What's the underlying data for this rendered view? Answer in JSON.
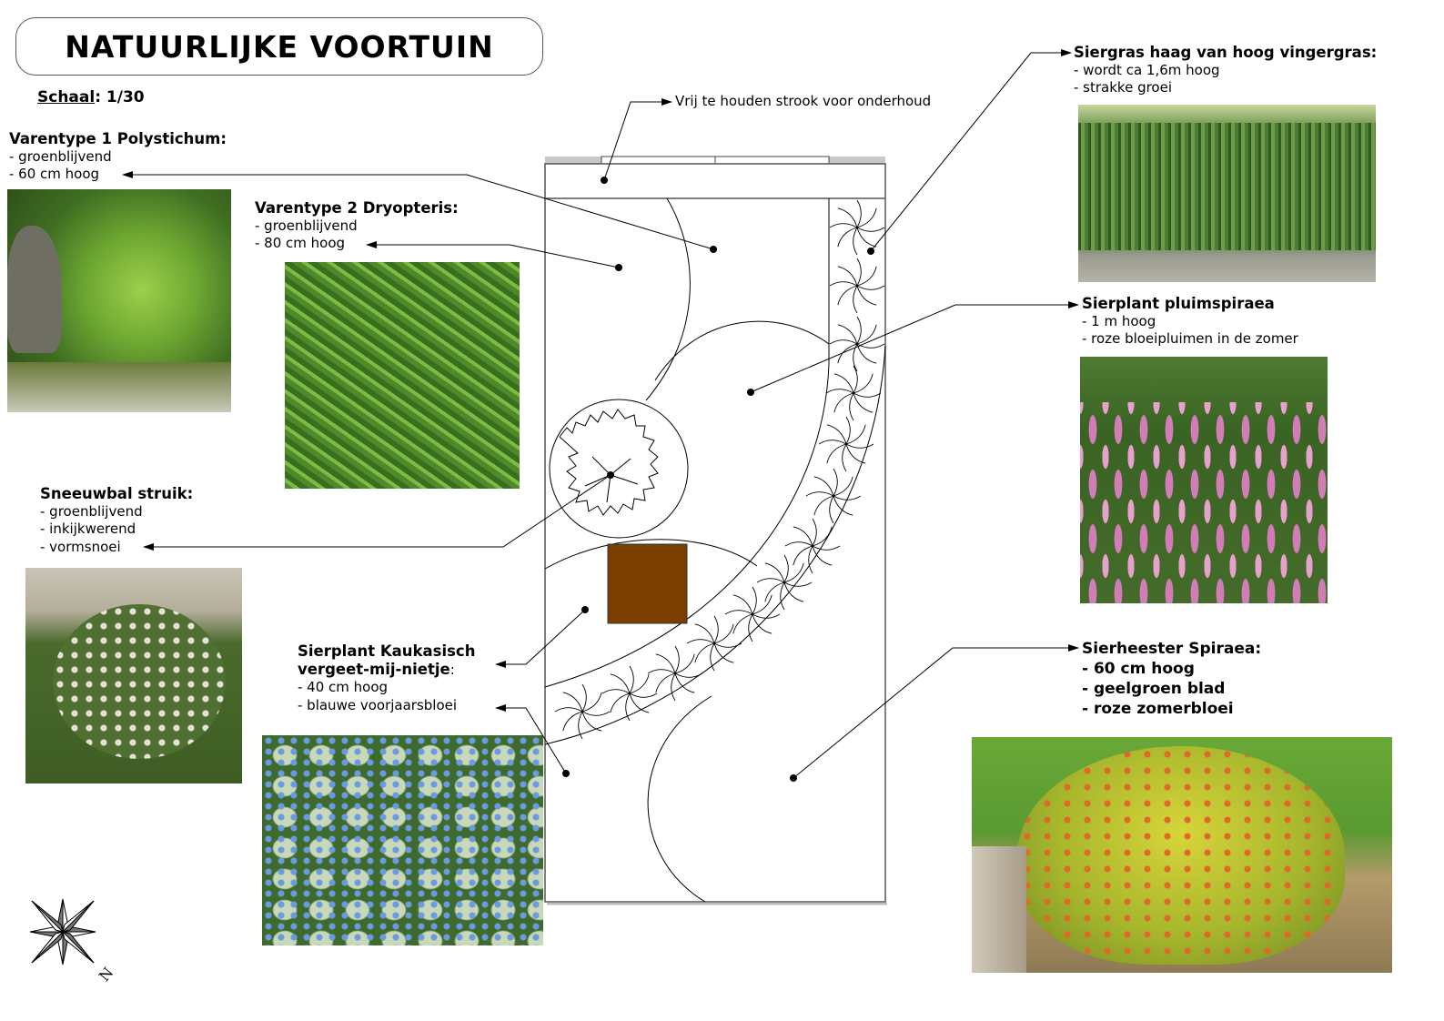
{
  "title": "NATUURLIJKE VOORTUIN",
  "scale": {
    "label": "Schaal",
    "value": ": 1/30"
  },
  "compass": {
    "letter": "N"
  },
  "labels": {
    "strook": {
      "text": "Vrij te houden strook voor onderhoud"
    },
    "siergras": {
      "heading": "Siergras haag van hoog vingergras:",
      "lines": [
        "- wordt ca 1,6m hoog",
        "- strakke groei"
      ]
    },
    "varen1": {
      "heading": "Varentype 1 Polystichum:",
      "lines": [
        "- groenblijvend",
        "- 60 cm hoog"
      ]
    },
    "varen2": {
      "heading": "Varentype 2 Dryopteris:",
      "lines": [
        "- groenblijvend",
        "- 80 cm hoog"
      ]
    },
    "pluimspiraea": {
      "heading": "Sierplant pluimspiraea",
      "lines": [
        "- 1 m hoog",
        "- roze bloeipluimen in de zomer"
      ]
    },
    "sneeuwbal": {
      "heading": "Sneeuwbal struik:",
      "lines": [
        "- groenblijvend",
        "- inkijkwerend",
        "- vormsnoei"
      ]
    },
    "vergeet": {
      "heading1": "Sierplant Kaukasisch",
      "heading2": "vergeet-mij-nietje",
      "colon": ":",
      "lines": [
        "- 40 cm hoog",
        "- blauwe voorjaarsbloei"
      ]
    },
    "spiraea": {
      "heading": "Sierheester Spiraea:",
      "lines": [
        "- 60 cm hoog",
        "- geelgroen blad",
        "- roze zomerbloei"
      ]
    }
  },
  "colors": {
    "terrace": "#7a3e00",
    "line": "#000000",
    "wall": "#c8c8c8"
  }
}
